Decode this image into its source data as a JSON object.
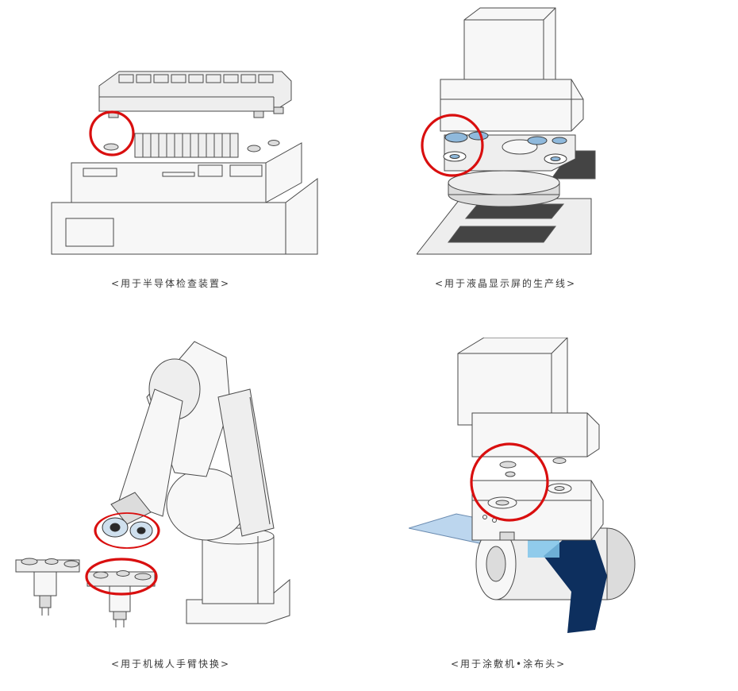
{
  "captions": {
    "semiconductor": "<用于半导体检查装置>",
    "lcd": "<用于液晶显示屏的生产线>",
    "robot": "<用于机械人手臂快换>",
    "coater": "<用于涂敷机•涂布头>"
  },
  "colors": {
    "highlight_ring": "#d90f0f",
    "coater_sheet_light": "#bcd6ee",
    "coater_web_dark": "#0d2f5e",
    "coupling_blue": "#8fb9dc"
  }
}
